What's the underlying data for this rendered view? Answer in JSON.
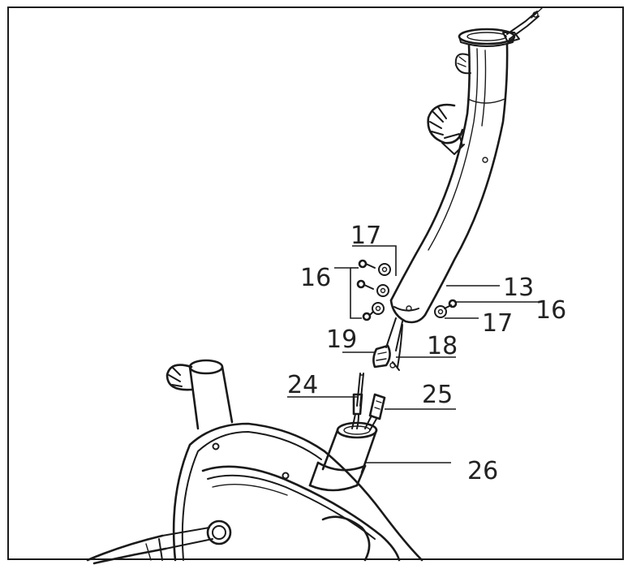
{
  "callouts": {
    "c13": "13",
    "c16_left": "16",
    "c16_right": "16",
    "c17_top": "17",
    "c17_right": "17",
    "c18": "18",
    "c19": "19",
    "c24": "24",
    "c25": "25",
    "c26": "26"
  }
}
